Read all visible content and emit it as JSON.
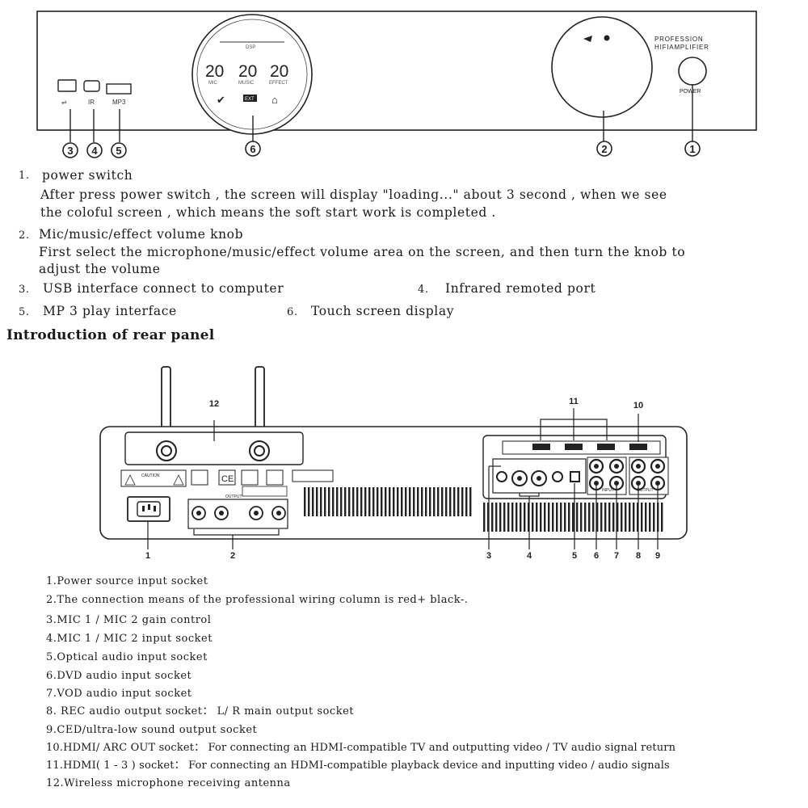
{
  "front_panel": {
    "brand_line1": "PROFESSION",
    "brand_line2": "HIFIAMPLIFIER",
    "power_label": "POWER",
    "port_labels": [
      "",
      "IR",
      "MP3"
    ],
    "screen": {
      "top_text": "DSP",
      "readouts": [
        {
          "value": "20",
          "label": "MIC"
        },
        {
          "value": "20",
          "label": "MUSIC"
        },
        {
          "value": "20",
          "label": "EFFECT"
        }
      ],
      "center_button": "EXT"
    },
    "callouts": [
      "1",
      "2",
      "3",
      "4",
      "5",
      "6"
    ]
  },
  "front_items": {
    "item1_num": "1.",
    "item1_title": "power switch",
    "item1_desc_line1": "After press power switch  , the screen will display \"loading...\" about 3 second , when we  see",
    "item1_desc_line2": "the coloful  screen  , which means the soft start work is completed .",
    "item2_num": "2.",
    "item2_title": "Mic/music/effect volume knob",
    "item2_desc_line1": "First select the microphone/music/effect volume area on the screen, and then turn the knob to",
    "item2_desc_line2": "adjust the volume",
    "item3_num": "3.",
    "item3_title": "USB interface connect to computer",
    "item4_num": "4.",
    "item4_title": "Infrared remoted port",
    "item5_num": "5.",
    "item5_title": "MP 3 play interface",
    "item6_num": "6.",
    "item6_title": "Touch screen display"
  },
  "rear_heading": "Introduction of rear panel",
  "rear_panel": {
    "callouts": [
      "1",
      "2",
      "3",
      "4",
      "5",
      "6",
      "7",
      "8",
      "9",
      "10",
      "11",
      "12"
    ],
    "caution_label": "CAUTION",
    "input_label": "INPUT",
    "output_label": "OUTPUT",
    "speaker_label": "OUTPUT"
  },
  "rear_items": [
    "1.Power source input socket",
    "2.The connection means of the professional wiring column is red+ black-.",
    "3.MIC 1 / MIC 2 gain control",
    "4.MIC 1 / MIC 2 input socket",
    "5.Optical audio input socket",
    "6.DVD audio input socket",
    "7.VOD audio input socket",
    "8. REC audio output socket： L/ R main output socket",
    "9.CED/ultra-low sound output socket",
    "10.HDMI/ ARC OUT socket：  For connecting an HDMI-compatible TV and outputting video / TV audio signal return",
    "11.HDMI( 1 - 3 ) socket：  For connecting an HDMI-compatible playback device and inputting video / audio signals",
    "12.Wireless microphone receiving antenna"
  ]
}
